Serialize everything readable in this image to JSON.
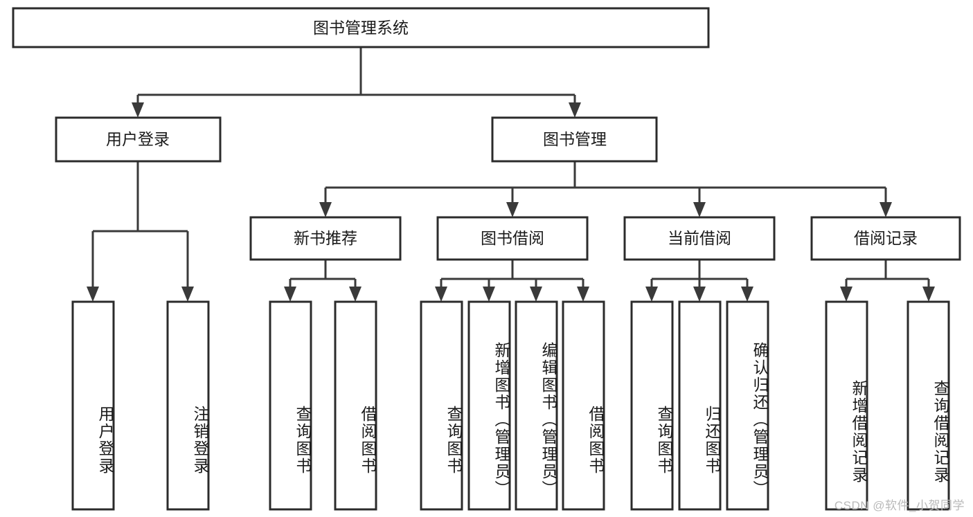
{
  "diagram": {
    "type": "hierarchy-tree",
    "title": "图书管理系统",
    "watermark": "CSDN @软件_小贺同学",
    "colors": {
      "box_stroke": "#2b2b2b",
      "connector": "#3a3a3a",
      "box_fill": "#ffffff",
      "text": "#1a1a1a",
      "watermark": "#b9b9b9"
    },
    "root": {
      "label": "图书管理系统"
    },
    "level2": [
      {
        "label": "用户登录"
      },
      {
        "label": "图书管理"
      }
    ],
    "level3": [
      {
        "label": "新书推荐"
      },
      {
        "label": "图书借阅"
      },
      {
        "label": "当前借阅"
      },
      {
        "label": "借阅记录"
      }
    ],
    "leaves": {
      "user_login": [
        {
          "label": "用户登录"
        },
        {
          "label": "注销登录"
        }
      ],
      "new_book_recommend": [
        {
          "label": "查询图书"
        },
        {
          "label": "借阅图书"
        }
      ],
      "book_borrow": [
        {
          "label": "查询图书"
        },
        {
          "label": "新增图书（管理员）"
        },
        {
          "label": "编辑图书（管理员）"
        },
        {
          "label": "借阅图书"
        }
      ],
      "current_borrow": [
        {
          "label": "查询图书"
        },
        {
          "label": "归还图书"
        },
        {
          "label": "确认归还（管理员）"
        }
      ],
      "borrow_record": [
        {
          "label": "新增借阅记录"
        },
        {
          "label": "查询借阅记录"
        }
      ]
    }
  }
}
